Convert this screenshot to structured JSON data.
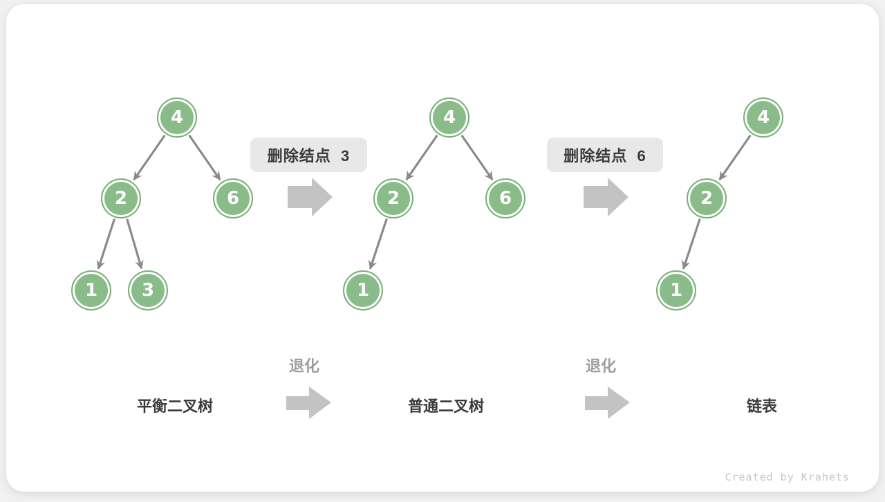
{
  "diagram": {
    "type": "binary-tree-degradation",
    "watermark": "Created by Krahets"
  },
  "colors": {
    "node_fill": "#8abc8a",
    "node_border": "#78b078",
    "node_text": "#ffffff",
    "edge_gray": "#8a8a8a",
    "block_arrow_gray": "#c3c3c3",
    "badge_bg": "#e8e8e8",
    "text_dark": "#3a3a3a",
    "text_gray": "#9d9d9d"
  },
  "badges": [
    {
      "label": "删除结点  3"
    },
    {
      "label": "删除结点  6"
    }
  ],
  "degrade_steps": [
    {
      "label": "退化"
    },
    {
      "label": "退化"
    }
  ],
  "trees": [
    {
      "label": "平衡二叉树",
      "nodes": [
        {
          "value": "4"
        },
        {
          "value": "2"
        },
        {
          "value": "6"
        },
        {
          "value": "1"
        },
        {
          "value": "3"
        }
      ]
    },
    {
      "label": "普通二叉树",
      "nodes": [
        {
          "value": "4"
        },
        {
          "value": "2"
        },
        {
          "value": "6"
        },
        {
          "value": "1"
        }
      ]
    },
    {
      "label": "链表",
      "nodes": [
        {
          "value": "4"
        },
        {
          "value": "2"
        },
        {
          "value": "1"
        }
      ]
    }
  ]
}
